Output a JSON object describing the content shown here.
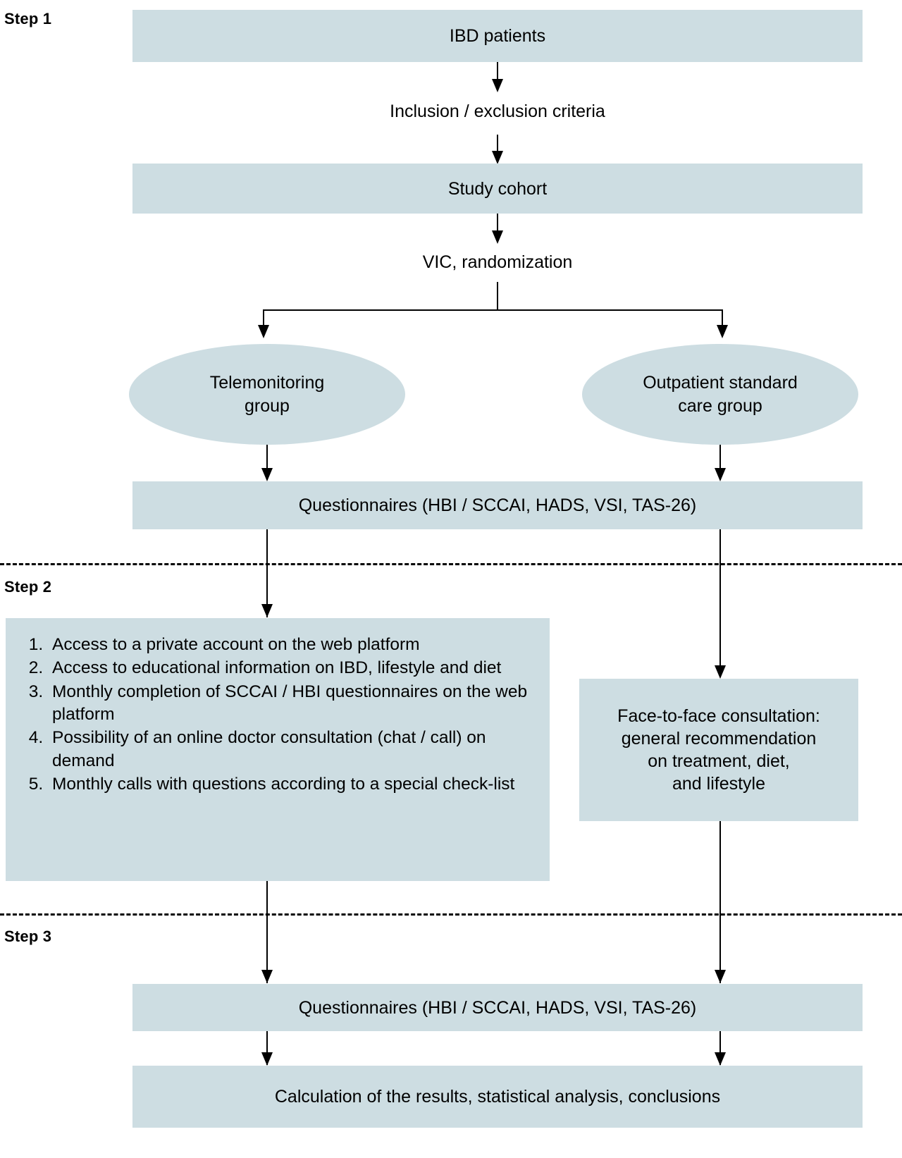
{
  "figure": {
    "type": "flowchart",
    "accent_fill": "#cdddE2",
    "line_color": "#000000",
    "background": "#ffffff"
  },
  "steps": {
    "step1_label": "Step 1",
    "step2_label": "Step 2",
    "step3_label": "Step 3"
  },
  "nodes": {
    "ibd_patients": "IBD patients",
    "inclusion_exclusion": "Inclusion / exclusion criteria",
    "study_cohort": "Study cohort",
    "vic_randomization": "VIC, randomization",
    "telemonitoring_group_line1": "Telemonitoring",
    "telemonitoring_group_line2": "group",
    "outpatient_group_line1": "Outpatient standard",
    "outpatient_group_line2": "care group",
    "questionnaires_step1": "Questionnaires  (HBI / SCCAI, HADS, VSI, TAS-26)",
    "questionnaires_step3": "Questionnaires (HBI / SCCAI, HADS, VSI, TAS-26)",
    "calculation": "Calculation of the results, statistical analysis, conclusions",
    "face_to_face_line1": "Face-to-face consultation:",
    "face_to_face_line2": "general recommendation",
    "face_to_face_line3": "on treatment, diet,",
    "face_to_face_line4": "and lifestyle"
  },
  "telemonitoring_activities": [
    "Access to a private account on the web platform",
    "Access to educational information on IBD, lifestyle and diet",
    "Monthly completion of SCCAI / HBI questionnaires on the web platform",
    "Possibility of an online doctor consultation (chat / call) on demand",
    "Monthly calls with questions according to a special check-list"
  ]
}
